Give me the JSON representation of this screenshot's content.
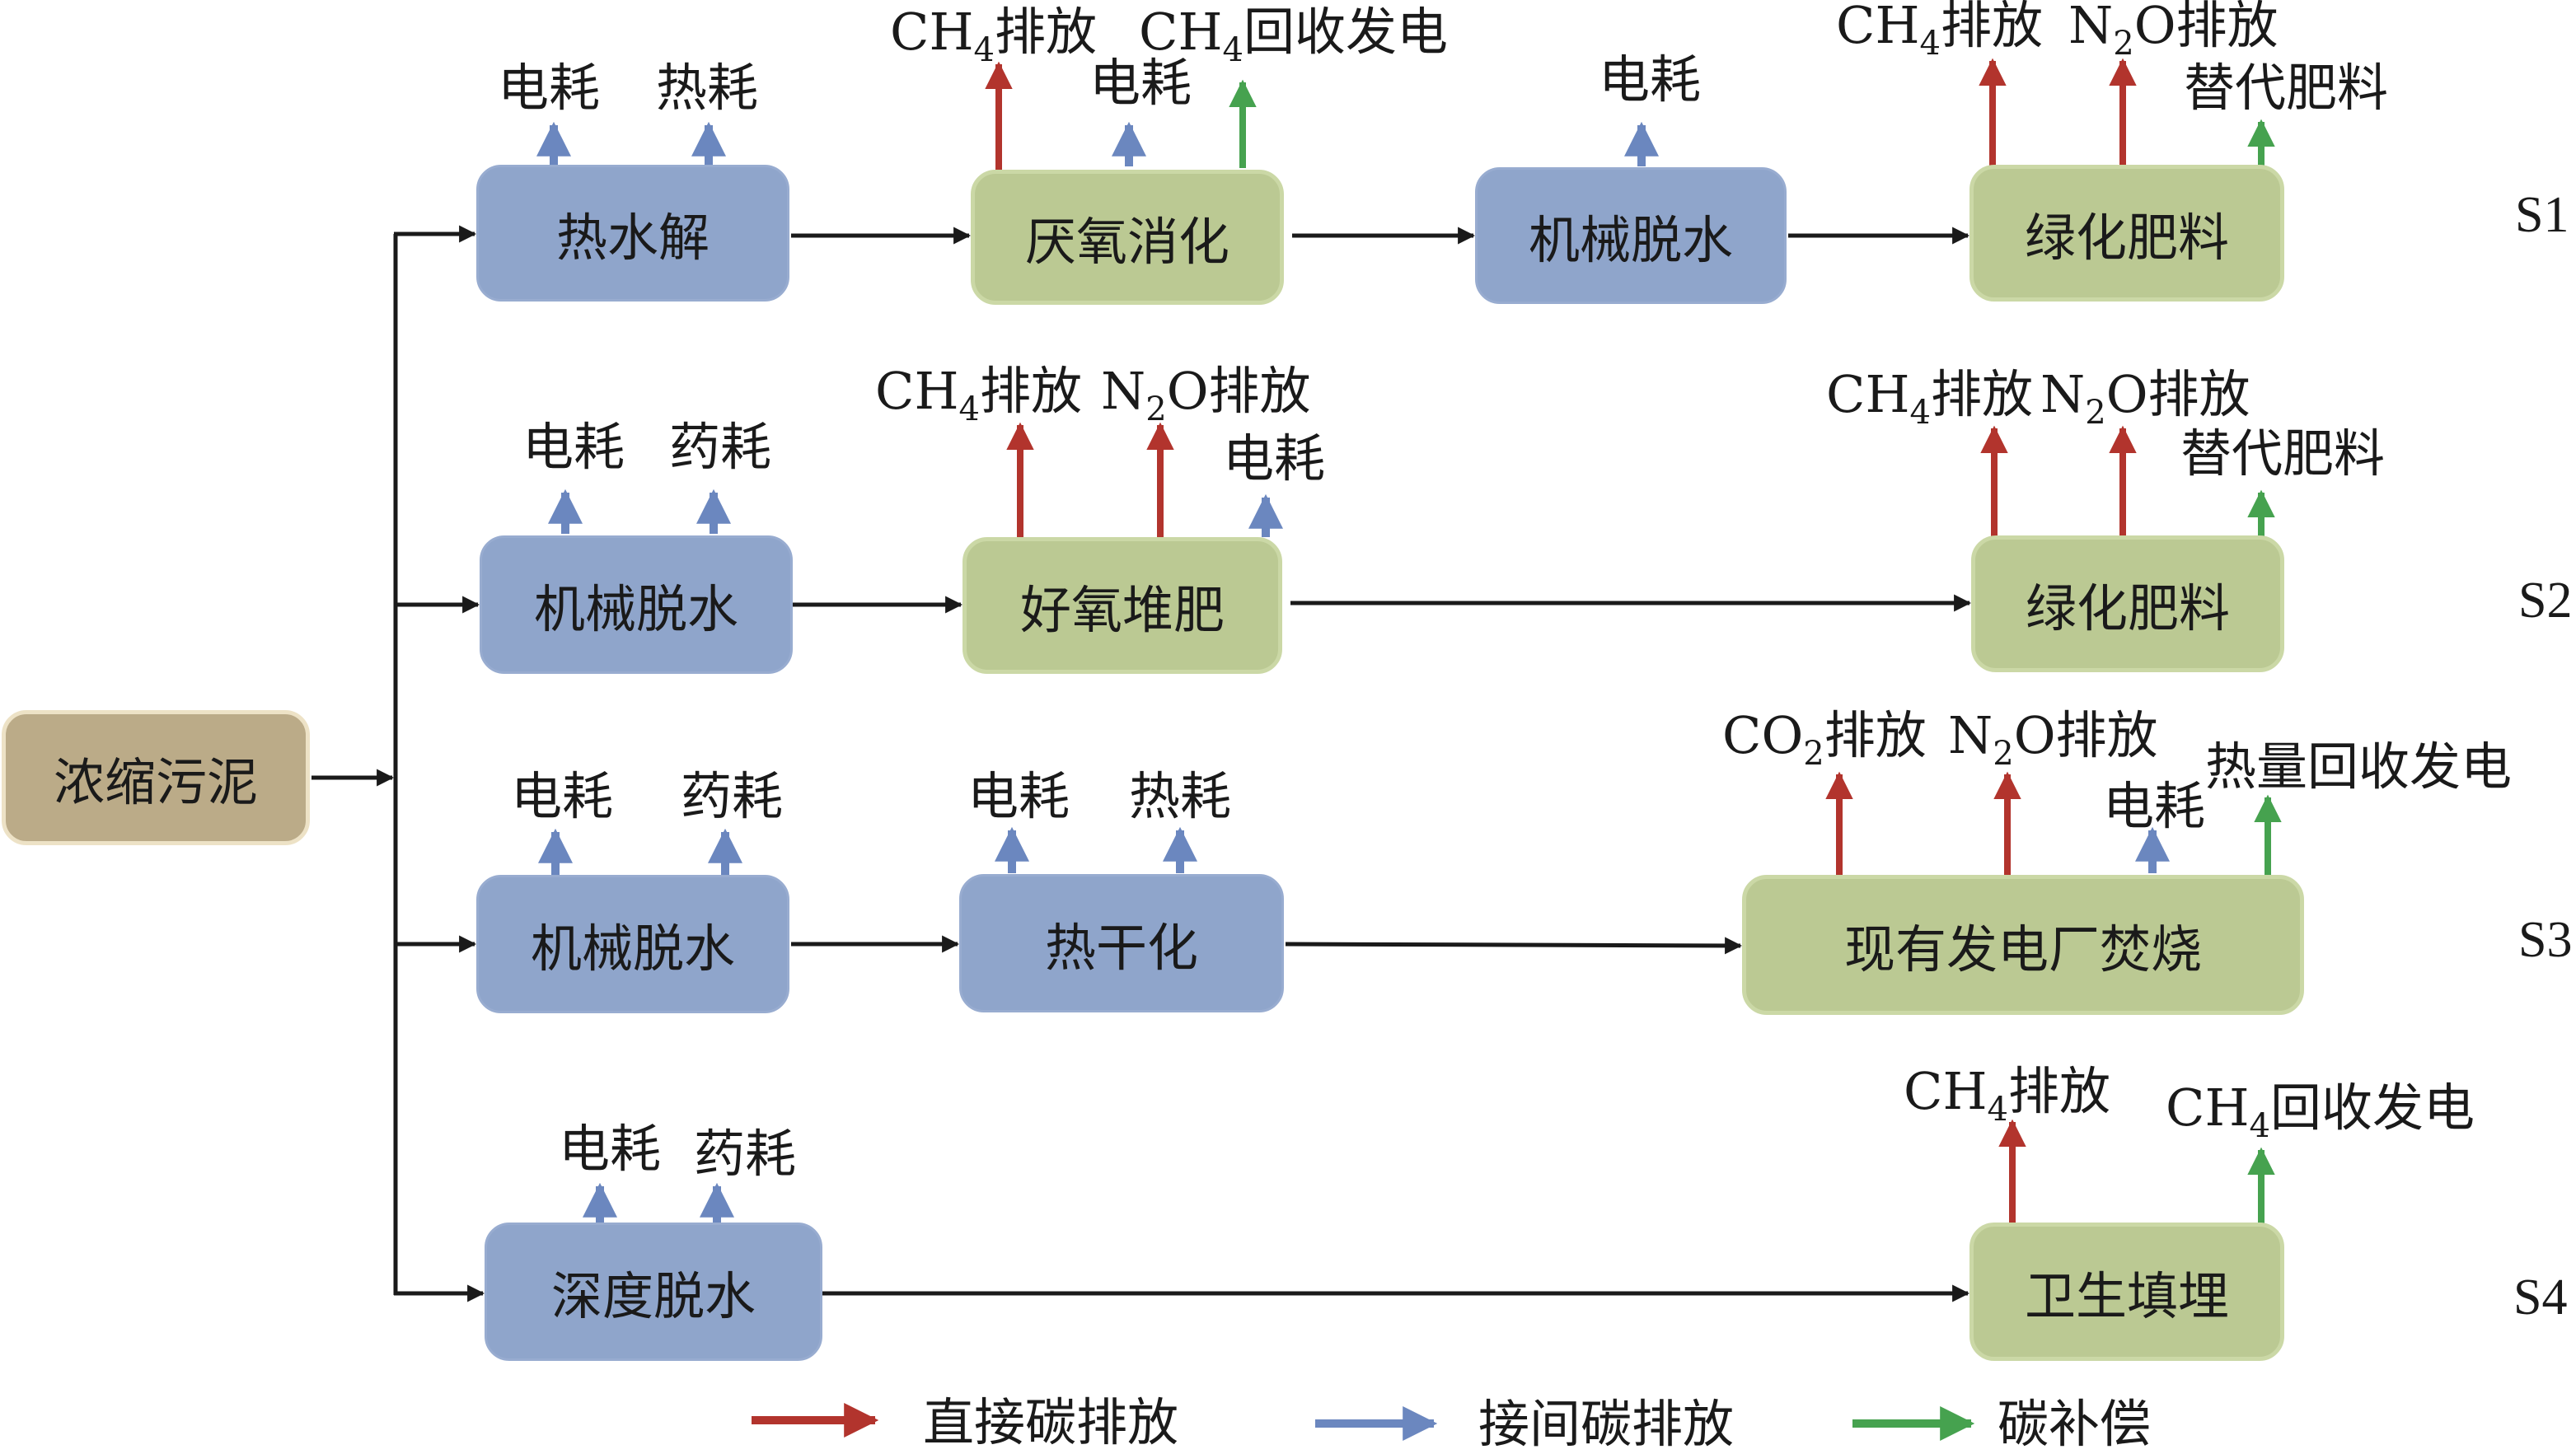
{
  "colors": {
    "direct": "#b2342d",
    "indirect": "#6b87bf",
    "offset": "#46a24f",
    "flow": "#1a1a1a",
    "process_blue": "#8fa5cb",
    "process_green": "#bbc993",
    "source_tan": "#bbab88"
  },
  "source": {
    "label": "浓缩污泥"
  },
  "scenarios": [
    {
      "id": "S1",
      "steps": [
        {
          "label": "热水解",
          "type": "blue",
          "outputs": [
            {
              "label": "电耗",
              "kind": "indirect"
            },
            {
              "label": "热耗",
              "kind": "indirect"
            }
          ]
        },
        {
          "label": "厌氧消化",
          "type": "green",
          "outputs": [
            {
              "prefix": "CH",
              "sub": "4",
              "suffix": "排放",
              "kind": "direct"
            },
            {
              "label": "电耗",
              "kind": "indirect"
            },
            {
              "prefix": "CH",
              "sub": "4",
              "suffix": "回收发电",
              "kind": "offset"
            }
          ]
        },
        {
          "label": "机械脱水",
          "type": "blue",
          "outputs": [
            {
              "label": "电耗",
              "kind": "indirect"
            }
          ]
        },
        {
          "label": "绿化肥料",
          "type": "green",
          "outputs": [
            {
              "prefix": "CH",
              "sub": "4",
              "suffix": "排放",
              "kind": "direct"
            },
            {
              "prefix": "N",
              "sub": "2",
              "suffix": "O排放",
              "kind": "direct"
            },
            {
              "label": "替代肥料",
              "kind": "offset"
            }
          ]
        }
      ]
    },
    {
      "id": "S2",
      "steps": [
        {
          "label": "机械脱水",
          "type": "blue",
          "outputs": [
            {
              "label": "电耗",
              "kind": "indirect"
            },
            {
              "label": "药耗",
              "kind": "indirect"
            }
          ]
        },
        {
          "label": "好氧堆肥",
          "type": "green",
          "outputs": [
            {
              "prefix": "CH",
              "sub": "4",
              "suffix": "排放",
              "kind": "direct"
            },
            {
              "prefix": "N",
              "sub": "2",
              "suffix": "O排放",
              "kind": "direct"
            },
            {
              "label": "电耗",
              "kind": "indirect"
            }
          ]
        },
        {
          "label": "绿化肥料",
          "type": "green",
          "outputs": [
            {
              "prefix": "CH",
              "sub": "4",
              "suffix": "排放",
              "kind": "direct"
            },
            {
              "prefix": "N",
              "sub": "2",
              "suffix": "O排放",
              "kind": "direct"
            },
            {
              "label": "替代肥料",
              "kind": "offset"
            }
          ]
        }
      ]
    },
    {
      "id": "S3",
      "steps": [
        {
          "label": "机械脱水",
          "type": "blue",
          "outputs": [
            {
              "label": "电耗",
              "kind": "indirect"
            },
            {
              "label": "药耗",
              "kind": "indirect"
            }
          ]
        },
        {
          "label": "热干化",
          "type": "blue",
          "outputs": [
            {
              "label": "电耗",
              "kind": "indirect"
            },
            {
              "label": "热耗",
              "kind": "indirect"
            }
          ]
        },
        {
          "label": "现有发电厂焚烧",
          "type": "green",
          "outputs": [
            {
              "prefix": "CO",
              "sub": "2",
              "suffix": "排放",
              "kind": "direct"
            },
            {
              "prefix": "N",
              "sub": "2",
              "suffix": "O排放",
              "kind": "direct"
            },
            {
              "label": "电耗",
              "kind": "indirect"
            },
            {
              "label": "热量回收发电",
              "kind": "offset"
            }
          ]
        }
      ]
    },
    {
      "id": "S4",
      "steps": [
        {
          "label": "深度脱水",
          "type": "blue",
          "outputs": [
            {
              "label": "电耗",
              "kind": "indirect"
            },
            {
              "label": "药耗",
              "kind": "indirect"
            }
          ]
        },
        {
          "label": "卫生填埋",
          "type": "green",
          "outputs": [
            {
              "prefix": "CH",
              "sub": "4",
              "suffix": "排放",
              "kind": "direct"
            },
            {
              "prefix": "CH",
              "sub": "4",
              "suffix": "回收发电",
              "kind": "offset"
            }
          ]
        }
      ]
    }
  ],
  "legend": [
    {
      "label": "直接碳排放",
      "kind": "direct"
    },
    {
      "label": "接间碳排放",
      "kind": "indirect"
    },
    {
      "label": "碳补偿",
      "kind": "offset"
    }
  ]
}
